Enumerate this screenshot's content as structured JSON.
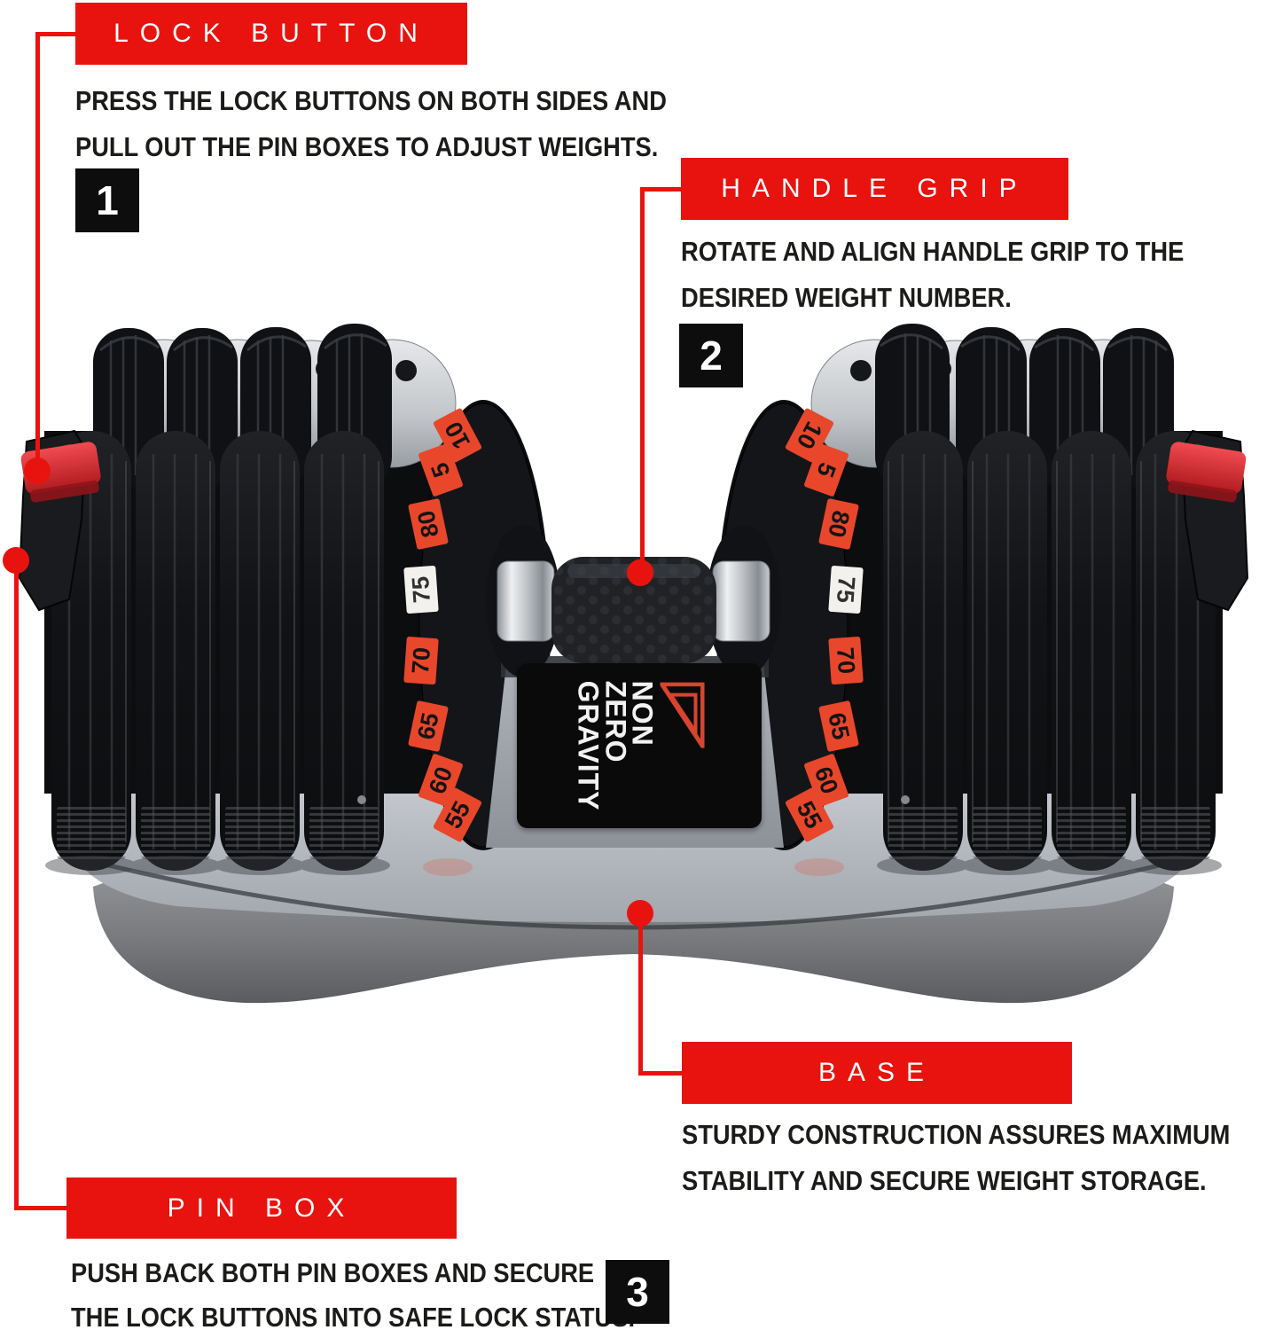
{
  "colors": {
    "accent_red": "#e8130f",
    "dial_orange": "#e8472b",
    "badge_black": "#0d0d0d",
    "body_text": "#1b1b19",
    "base_gray": "#b8bcc4",
    "logo_red": "#d8442e"
  },
  "callouts": {
    "lock_button": {
      "title": "LOCK BUTTON",
      "badge": "1",
      "lines": [
        "PRESS THE LOCK BUTTONS ON BOTH SIDES AND",
        "PULL OUT THE PIN BOXES TO ADJUST WEIGHTS."
      ]
    },
    "handle_grip": {
      "title": "HANDLE GRIP",
      "badge": "2",
      "lines": [
        "ROTATE AND ALIGN HANDLE GRIP TO THE",
        "DESIRED WEIGHT NUMBER."
      ]
    },
    "base": {
      "title": "BASE",
      "lines": [
        "STURDY CONSTRUCTION ASSURES MAXIMUM",
        "STABILITY AND SECURE WEIGHT STORAGE."
      ]
    },
    "pin_box": {
      "title": "PIN BOX",
      "badge": "3",
      "lines": [
        "PUSH BACK BOTH PIN BOXES AND SECURE",
        "THE LOCK BUTTONS INTO SAFE LOCK STATUS."
      ]
    }
  },
  "product": {
    "brand": [
      "NON",
      "ZERO",
      "GRAVITY"
    ],
    "dial_left": [
      "10",
      "5",
      "80",
      "75",
      "70",
      "65",
      "60",
      "55"
    ],
    "dial_right": [
      "10",
      "5",
      "80",
      "75",
      "70",
      "65",
      "60",
      "55"
    ],
    "selected_weight": "75"
  }
}
